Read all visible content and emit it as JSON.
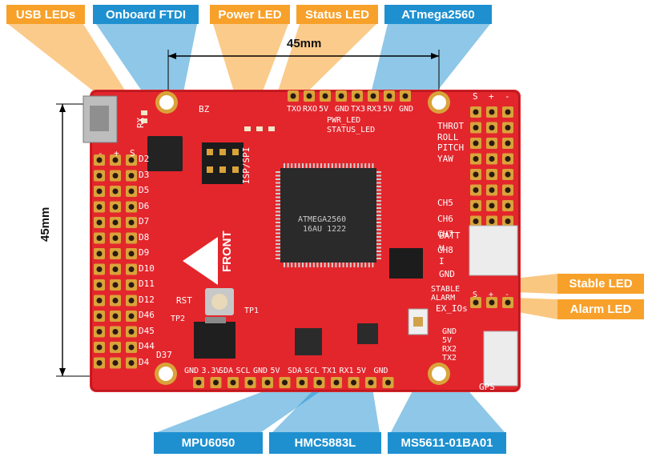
{
  "callouts": {
    "usb_leds": "USB LEDs",
    "onboard_ftdi": "Onboard FTDI",
    "power_led": "Power LED",
    "status_led": "Status LED",
    "atmega": "ATmega2560",
    "stable_led": "Stable LED",
    "alarm_led": "Alarm LED",
    "mpu": "MPU6050",
    "hmc": "HMC5883L",
    "ms": "MS5611-01BA01"
  },
  "dimensions": {
    "horizontal": "45mm",
    "vertical": "45mm"
  },
  "board": {
    "chip_line1": "ATMEGA2560",
    "chip_line2": "16AU 1222",
    "front": "FRONT",
    "rst": "RST",
    "tp1": "TP1",
    "tp2": "TP2",
    "isp": "ISP/SPI",
    "bz": "BZ",
    "rx": "RX",
    "top_header": [
      "TXO",
      "RXO",
      "5V",
      "GND",
      "TX3",
      "RX3",
      "5V",
      "GND"
    ],
    "pwr_led": "PWR_LED",
    "status_led_silk": "STATUS_LED",
    "left_pins": [
      "D2",
      "D3",
      "D5",
      "D6",
      "D7",
      "D8",
      "D9",
      "D10",
      "D11",
      "D12",
      "D46",
      "D45",
      "D44",
      "D4"
    ],
    "d37": "D37",
    "right_top": [
      "S",
      "+",
      "-"
    ],
    "left_top": [
      "-",
      "+",
      "S"
    ],
    "rc_inputs": [
      "THROT",
      "ROLL",
      "PITCH",
      "YAW",
      "CH5",
      "CH6",
      "CH7",
      "CH8"
    ],
    "batt": [
      "BATT",
      "V",
      "I",
      "GND"
    ],
    "stable": "STABLE",
    "alarm": "ALARM",
    "ex_ios": "EX_IOs",
    "ex_pins": [
      "S",
      "+",
      "-"
    ],
    "gps_pins": [
      "GND",
      "5V",
      "RX2",
      "TX2"
    ],
    "gps": "GPS",
    "bottom_header": [
      "GND",
      "3.3V",
      "SDA",
      "SCL",
      "GND",
      "5V",
      "SDA",
      "SCL",
      "TX1",
      "RX1",
      "5V",
      "GND"
    ]
  },
  "colors": {
    "board": "#e3262c",
    "orange": "#f7a12b",
    "blue": "#1e90d0",
    "gold": "#d9a33a"
  }
}
